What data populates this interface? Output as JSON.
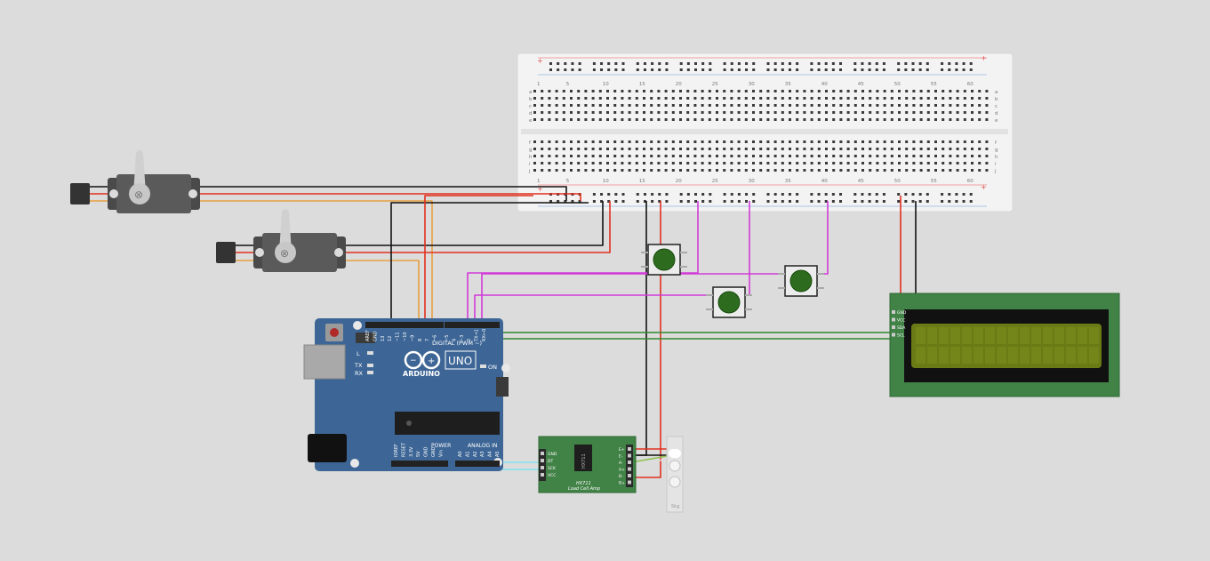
{
  "breadboard": {
    "column_numbers": [
      "1",
      "5",
      "10",
      "15",
      "20",
      "25",
      "30",
      "35",
      "40",
      "45",
      "50",
      "55",
      "60"
    ],
    "row_letters_top": [
      "a",
      "b",
      "c",
      "d",
      "e"
    ],
    "row_letters_bottom": [
      "f",
      "g",
      "h",
      "i",
      "j"
    ],
    "rail_plus": "+",
    "rail_minus": "-"
  },
  "arduino": {
    "brand": "ARDUINO",
    "model": "UNO",
    "digital_label": "DIGITAL (PWM ~)",
    "power_label": "POWER",
    "analog_label": "ANALOG IN",
    "on_label": "ON",
    "l_label": "L",
    "tx_label": "TX",
    "rx_label": "RX",
    "top_pin_labels": [
      "AREF",
      "GND",
      "13",
      "12",
      "~11",
      "~10",
      "~9",
      "8",
      "7",
      "~6",
      "~5",
      "4",
      "~3",
      "2",
      "TX→1",
      "RX←0"
    ],
    "power_pin_labels": [
      "IOREF",
      "RESET",
      "3.3V",
      "5V",
      "GND",
      "GND",
      "Vin"
    ],
    "analog_pin_labels": [
      "A0",
      "A1",
      "A2",
      "A3",
      "A4",
      "A5"
    ]
  },
  "hx711": {
    "chip_label": "HX711",
    "title": "HX711",
    "subtitle": "Load Cell Amp",
    "left_pins": [
      "GND",
      "DT",
      "SCK",
      "VCC"
    ],
    "right_pins": [
      "E+",
      "E-",
      "A-",
      "A+",
      "B-",
      "B+"
    ]
  },
  "load_cell": {
    "label": "5kg"
  },
  "lcd": {
    "pin_labels": [
      "GND",
      "VCC",
      "SDA",
      "SCL"
    ],
    "backlight_color": "#6a7a14"
  },
  "colors": {
    "wire_black": "#111111",
    "wire_red": "#e0301e",
    "wire_orange": "#e8a040",
    "wire_magenta": "#d23ad8",
    "wire_green": "#2f8a2f",
    "wire_cyan": "#7fe0f0",
    "arduino_blue": "#3d6696",
    "pcb_green": "#418246"
  }
}
